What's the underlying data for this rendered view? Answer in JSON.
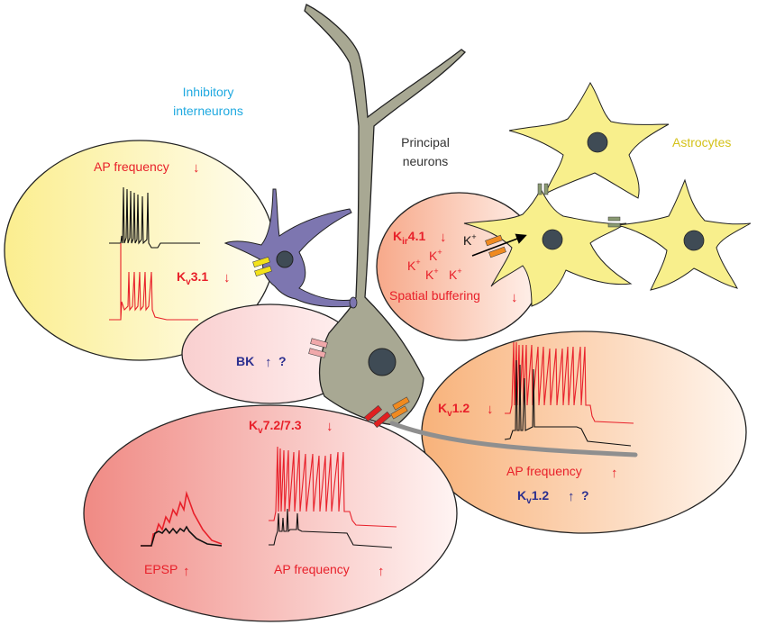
{
  "labels": {
    "inhibitory_1": "Inhibitory",
    "inhibitory_2": "interneurons",
    "principal_1": "Principal",
    "principal_2": "neurons",
    "astrocytes": "Astrocytes"
  },
  "interneuron_panel": {
    "title": "AP frequency",
    "channel_main": "K",
    "channel_sub": "v",
    "channel_rest": "3.1",
    "effect": "down"
  },
  "astro_panel": {
    "channel_main": "K",
    "channel_sub": "ir",
    "channel_rest": "4.1",
    "k_ion": "K",
    "k_plus": "+",
    "caption": "Spatial buffering",
    "effect": "down"
  },
  "bk_panel": {
    "label": "BK",
    "suffix": "?",
    "effect": "up"
  },
  "kv12_panel": {
    "channel_main": "K",
    "channel_sub": "v",
    "channel_rest": "1.2",
    "caption": "AP frequency",
    "blue_main": "K",
    "blue_sub": "v",
    "blue_rest": "1.2",
    "blue_suffix": "?"
  },
  "kv7_panel": {
    "channel_main": "K",
    "channel_sub": "v",
    "channel_rest": "7.2/7.3",
    "epsp": "EPSP",
    "caption": "AP frequency"
  },
  "colors": {
    "red": "#e8202a",
    "blue": "#2b2f8f",
    "cyan": "#1fa9e0",
    "astro_yellow": "#f8ef8c",
    "neuron_gray": "#a8a893",
    "interneuron_purple": "#7d76b0",
    "nucleus": "#3f4b55"
  }
}
